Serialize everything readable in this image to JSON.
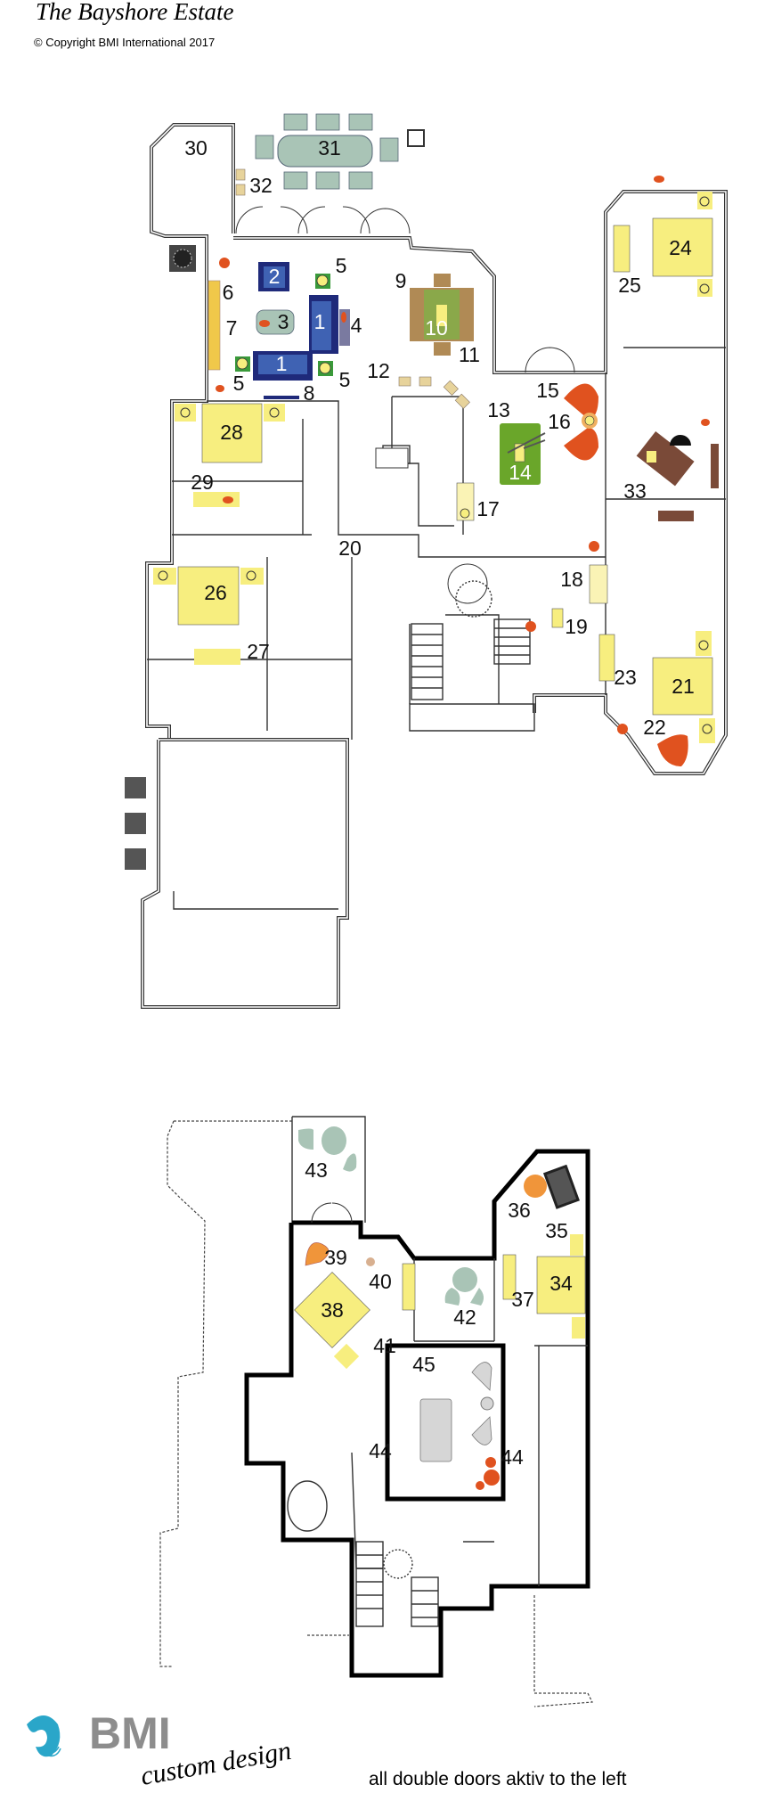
{
  "header": {
    "title": "The Bayshore Estate",
    "copyright": "© Copyright BMI International 2017"
  },
  "footer": {
    "logo_brand": "BMI",
    "logo_tagline": "custom design",
    "note": "all double doors aktiv to the left"
  },
  "colors": {
    "bed_yellow": "#f7ee7f",
    "sofa_navy": "#1f2a7a",
    "sofa_blue": "#3f62b3",
    "accent_orange": "#e0521f",
    "table_green": "#7ea33a",
    "chair_sage": "#a9c4b6",
    "logo_blue": "#2aa6c9"
  },
  "room_labels": [
    "30",
    "31",
    "32",
    "2",
    "5",
    "9",
    "6",
    "3",
    "1",
    "4",
    "10",
    "7",
    "1",
    "11",
    "12",
    "5",
    "5",
    "8",
    "24",
    "25",
    "15",
    "13",
    "16",
    "14",
    "33",
    "17",
    "28",
    "29",
    "20",
    "26",
    "27",
    "18",
    "19",
    "23",
    "21",
    "22",
    "43",
    "36",
    "35",
    "39",
    "40",
    "38",
    "42",
    "37",
    "34",
    "41",
    "45",
    "44",
    "44"
  ]
}
